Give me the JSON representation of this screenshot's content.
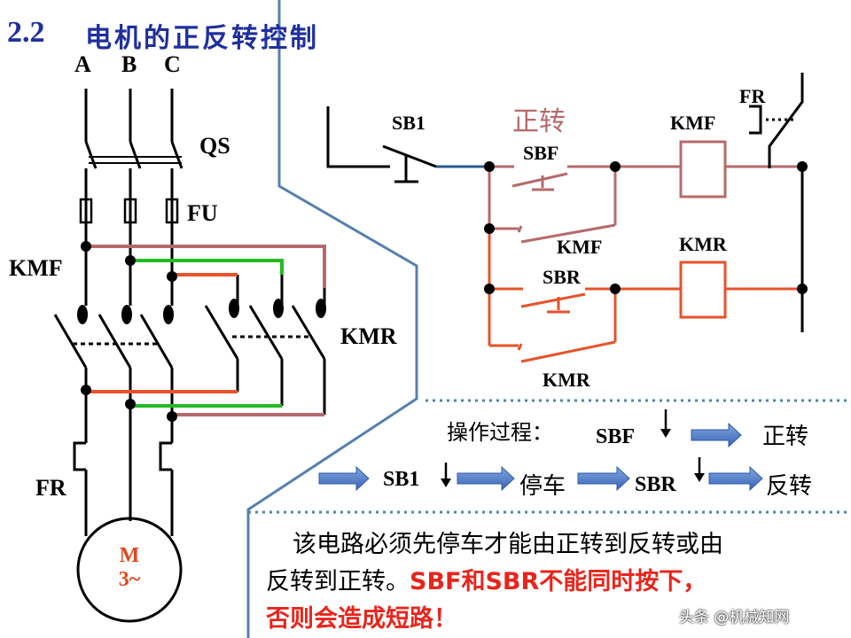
{
  "title": {
    "number": "2.2",
    "text": "电机的正反转控制"
  },
  "power_labels": {
    "a": "A",
    "b": "B",
    "c": "C",
    "qs": "QS",
    "fu": "FU",
    "kmf": "KMF",
    "kmr": "KMR",
    "fr": "FR"
  },
  "motor": {
    "line1": "M",
    "line2": "3~"
  },
  "control_labels": {
    "sb1": "SB1",
    "forward": "正转",
    "sbf": "SBF",
    "kmf_coil": "KMF",
    "fr": "FR",
    "kmf_contact": "KMF",
    "kmr_coil": "KMR",
    "sbr": "SBR",
    "kmr_contact": "KMR"
  },
  "process": {
    "heading": "操作过程：",
    "sbf": "SBF",
    "forward": "正转",
    "sb1": "SB1",
    "stop": "停车",
    "sbr": "SBR",
    "reverse": "反转"
  },
  "note": {
    "line1": "该电路必须先停车才能由正转到反转或由",
    "line2_plain": "反转到正转。",
    "line2_red": "SBF和SBR不能同时按下，",
    "line3_red": "否则会造成短路！"
  },
  "watermark": "头条 @机械知网",
  "colors": {
    "title": "#1f2f9e",
    "kmf_wire": "#b56a6a",
    "kmr_wire": "#e8522a",
    "green_wire": "#22bb22",
    "divider": "#5580b0",
    "arrow": "#4a78c4"
  }
}
